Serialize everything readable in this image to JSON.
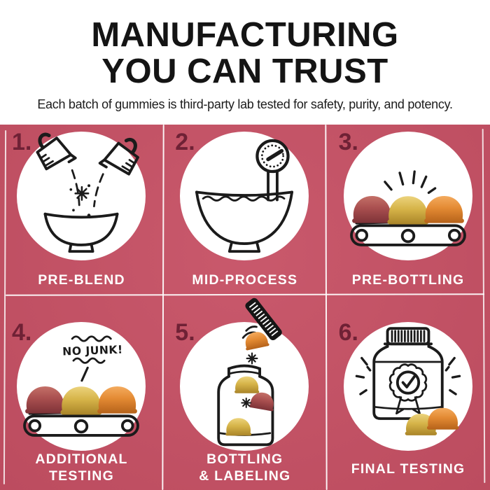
{
  "header": {
    "title_line1": "MANUFACTURING",
    "title_line2": "YOU CAN TRUST",
    "subtitle": "Each batch of gummies is third-party lab tested for safety, purity, and potency."
  },
  "steps": [
    {
      "number": "1.",
      "label": "PRE-BLEND",
      "icon": "pouring-cups-into-bowl"
    },
    {
      "number": "2.",
      "label": "MID-PROCESS",
      "icon": "bowl-with-thermometer"
    },
    {
      "number": "3.",
      "label": "PRE-BOTTLING",
      "icon": "gummies-on-conveyor"
    },
    {
      "number": "4.",
      "label": "ADDITIONAL\nTESTING",
      "icon": "gummies-on-conveyor-no-junk",
      "annotation": "NO JUNK!"
    },
    {
      "number": "5.",
      "label": "BOTTLING\n& LABELING",
      "icon": "jar-being-filled"
    },
    {
      "number": "6.",
      "label": "FINAL TESTING",
      "icon": "bottle-with-approval-badge"
    }
  ],
  "colors": {
    "background_pink": "#c65064",
    "step_number": "#6f2135",
    "icon_ink": "#1b1b1b",
    "gummy_red": "#a94f4f",
    "gummy_yellow": "#d6b449",
    "gummy_orange": "#e38a33"
  }
}
